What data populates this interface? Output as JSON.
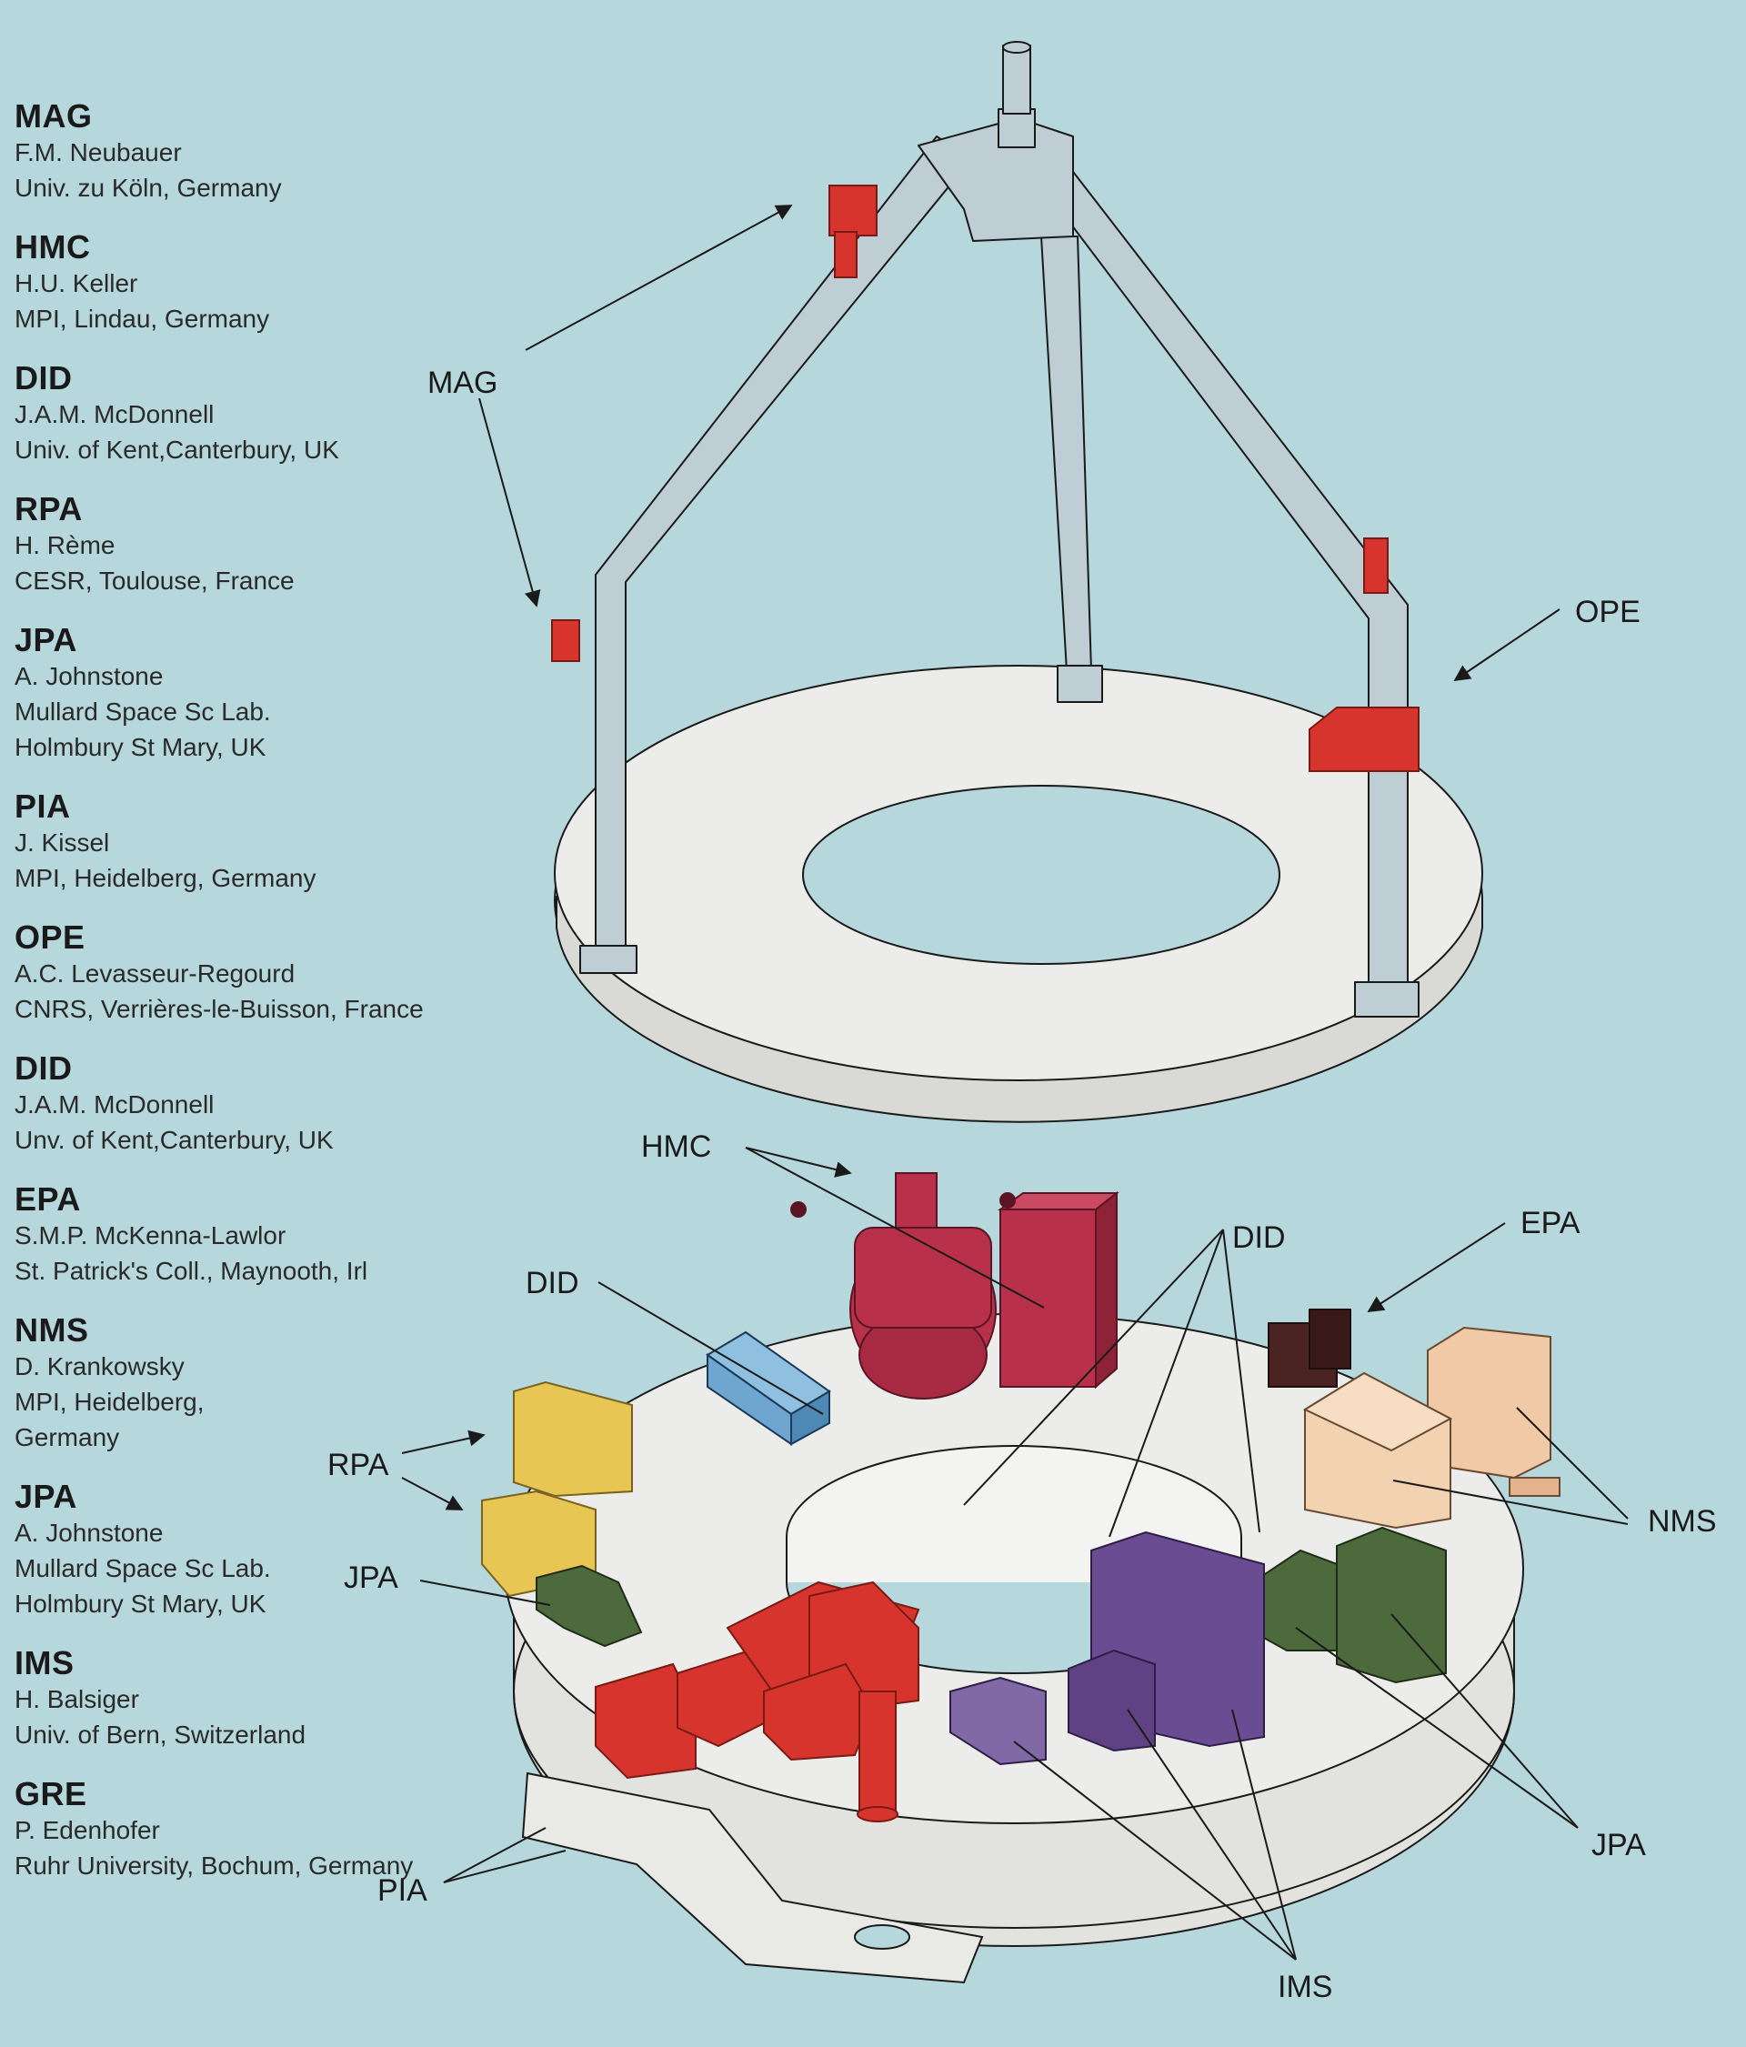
{
  "legend": [
    {
      "code": "MAG",
      "lines": [
        "F.M. Neubauer",
        "Univ. zu Köln, Germany"
      ]
    },
    {
      "code": "HMC",
      "lines": [
        "H.U. Keller",
        "MPI, Lindau, Germany"
      ]
    },
    {
      "code": "DID",
      "lines": [
        "J.A.M. McDonnell",
        "Univ. of Kent,Canterbury, UK"
      ]
    },
    {
      "code": "RPA",
      "lines": [
        "H. Rème",
        "CESR, Toulouse, France"
      ]
    },
    {
      "code": "JPA",
      "lines": [
        "A. Johnstone",
        "Mullard Space Sc Lab.",
        "Holmbury St Mary, UK"
      ]
    },
    {
      "code": "PIA",
      "lines": [
        "J. Kissel",
        "MPI, Heidelberg, Germany"
      ]
    },
    {
      "code": "OPE",
      "lines": [
        "A.C. Levasseur-Regourd",
        "CNRS, Verrières-le-Buisson, France"
      ]
    },
    {
      "code": "DID",
      "lines": [
        "J.A.M. McDonnell",
        "Unv. of Kent,Canterbury, UK"
      ]
    },
    {
      "code": "EPA",
      "lines": [
        "S.M.P. McKenna-Lawlor",
        "St. Patrick's Coll., Maynooth, Irl"
      ]
    },
    {
      "code": "NMS",
      "lines": [
        "D. Krankowsky",
        "MPI, Heidelberg,",
        "Germany"
      ]
    },
    {
      "code": "JPA",
      "lines": [
        "A. Johnstone",
        "Mullard Space Sc Lab.",
        "Holmbury St Mary, UK"
      ]
    },
    {
      "code": "IMS",
      "lines": [
        "H. Balsiger",
        "Univ. of Bern, Switzerland"
      ]
    },
    {
      "code": "GRE",
      "lines": [
        "P. Edenhofer",
        "Ruhr University, Bochum, Germany"
      ]
    }
  ],
  "callouts": {
    "mag": "MAG",
    "ope": "OPE",
    "hmc": "HMC",
    "did_left": "DID",
    "did_right": "DID",
    "epa": "EPA",
    "rpa": "RPA",
    "nms": "NMS",
    "jpa_left": "JPA",
    "jpa_right": "JPA",
    "pia": "PIA",
    "ims": "IMS"
  },
  "colors": {
    "background": "#b6d8dc",
    "structure": "#bfcdd4",
    "platform": "#ececea",
    "mag_ope": "#d8342e",
    "hmc": "#b8304a",
    "did": "#6fa6d0",
    "epa": "#4a2422",
    "rpa": "#e8c653",
    "nms": "#f0c9a6",
    "jpa": "#4c6a3c",
    "pia": "#d8342e",
    "ims": "#6a4c92"
  }
}
